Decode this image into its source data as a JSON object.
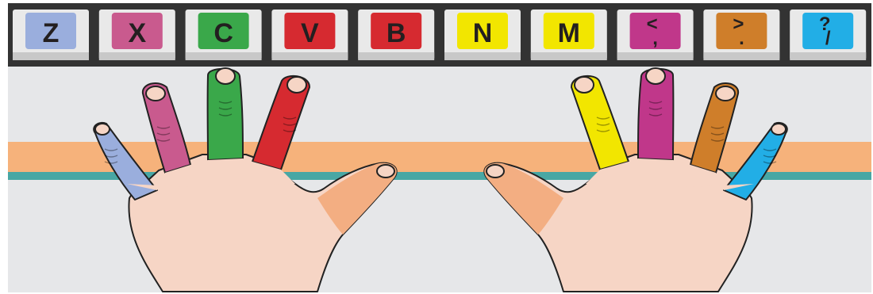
{
  "keyboard_row": {
    "keys": [
      {
        "main": "Z",
        "color": "#9aaedd",
        "finger": "left-pinky"
      },
      {
        "main": "X",
        "color": "#c95a8e",
        "finger": "left-ring"
      },
      {
        "main": "C",
        "color": "#3aa84a",
        "finger": "left-middle"
      },
      {
        "main": "V",
        "color": "#d62a30",
        "finger": "left-index"
      },
      {
        "main": "B",
        "color": "#d62a30",
        "finger": "left-index"
      },
      {
        "main": "N",
        "color": "#f2e600",
        "finger": "right-index"
      },
      {
        "main": "M",
        "color": "#f2e600",
        "finger": "right-index"
      },
      {
        "top": "<",
        "bottom": ",",
        "color": "#c0378a",
        "finger": "right-middle"
      },
      {
        "top": ">",
        "bottom": ".",
        "color": "#cf7e2a",
        "finger": "right-ring"
      },
      {
        "top": "?",
        "bottom": "/",
        "color": "#22aee6",
        "finger": "right-pinky"
      }
    ]
  },
  "colors": {
    "key_frame": "#333333",
    "key_cap": "#e9e9e9",
    "background": "#e6e7e9",
    "home_row_band": "#f6b27b",
    "bottom_row_line": "#48a7a4",
    "skin": "#f6d5c5",
    "thumb": "#f3ae82",
    "outline": "#222222"
  },
  "fingers": {
    "left_pinky": "#9aaedd",
    "left_ring": "#c95a8e",
    "left_middle": "#3aa84a",
    "left_index": "#d62a30",
    "right_index": "#f2e600",
    "right_middle": "#c0378a",
    "right_ring": "#cf7e2a",
    "right_pinky": "#22aee6"
  }
}
